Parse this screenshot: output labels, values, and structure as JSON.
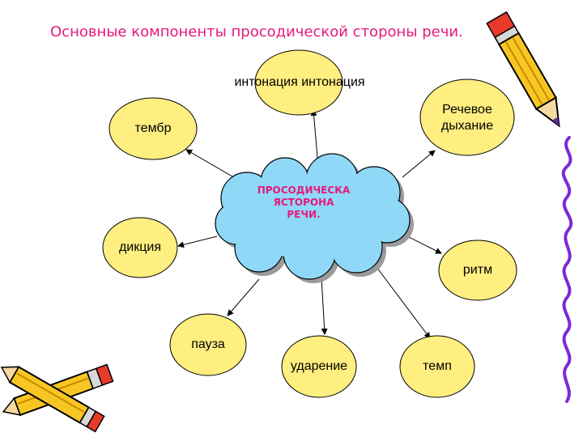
{
  "title": "Основные компоненты просодической стороны речи.",
  "center": {
    "line1": "ПРОСОДИЧЕСКА",
    "line2": "ЯСТОРОНА",
    "line3": "РЕЧИ."
  },
  "nodes": {
    "intonation": "интонация интонация",
    "timbre": "тембр",
    "breathing_line1": "Речевое",
    "breathing_line2": "дыхание",
    "diction": "дикция",
    "rhythm": "ритм",
    "pause": "пауза",
    "stress": "ударение",
    "tempo": "темп"
  },
  "colors": {
    "title": "#e6197a",
    "node_fill": "#ffee80",
    "cloud_fill": "#8fd8f8",
    "cloud_shadow": "#9a9a9a",
    "pencil_body": "#f7c623",
    "pencil_accent": "#e83a2a",
    "squiggle": "#7a2ad8"
  },
  "icons": [
    "pencil-icon",
    "crossed-pencils-icon",
    "squiggle-decoration"
  ]
}
